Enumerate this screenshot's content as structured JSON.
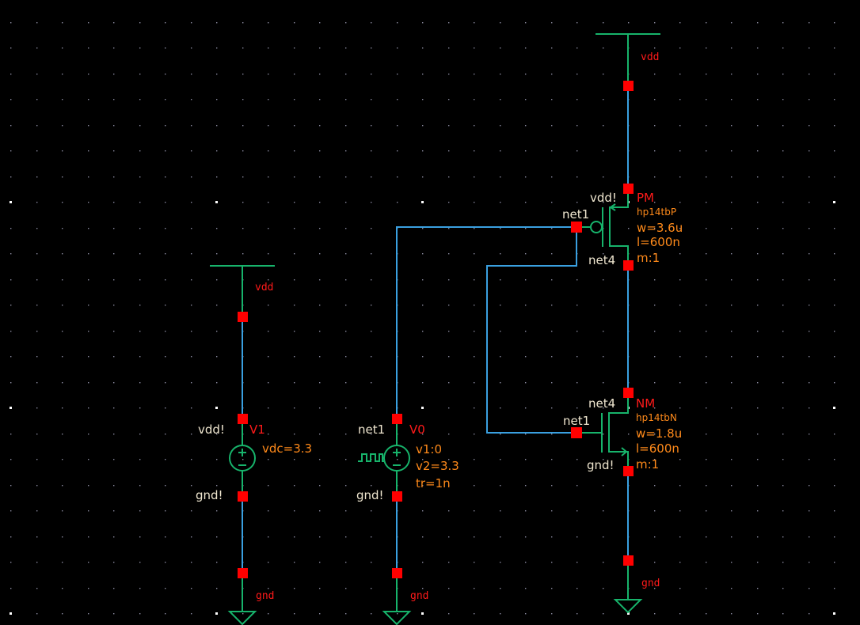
{
  "schematic": {
    "background_color": "#000000",
    "colors": {
      "wire": "#3aa0e0",
      "symbol": "#17b36b",
      "pin": "#ff0000",
      "instance_name": "#ff1a1a",
      "parameter": "#ff8a1a",
      "pin_label": "#efe6cf"
    },
    "supplies": {
      "vdd_top": {
        "label": "vdd"
      },
      "vdd_left": {
        "label": "vdd"
      },
      "gnd_v1": {
        "label": "gnd"
      },
      "gnd_v0": {
        "label": "gnd"
      },
      "gnd_nm": {
        "label": "gnd"
      }
    },
    "instances": {
      "PM": {
        "name": "PM",
        "model": "hp14tbP",
        "w": "w=3.6u",
        "l": "l=600n",
        "m": "m:1",
        "pin_bulk": "vdd!",
        "pin_gate": "net1",
        "pin_drain": "net4"
      },
      "NM": {
        "name": "NM",
        "model": "hp14tbN",
        "w": "w=1.8u",
        "l": "l=600n",
        "m": "m:1",
        "pin_drain": "net4",
        "pin_gate": "net1",
        "pin_bulk": "gnd!"
      },
      "V1": {
        "name": "V1",
        "vdc": "vdc=3.3",
        "pin_plus": "vdd!",
        "pin_minus": "gnd!"
      },
      "V0": {
        "name": "V0",
        "v1": "v1:0",
        "v2": "v2=3.3",
        "tr": "tr=1n",
        "pin_plus": "net1",
        "pin_minus": "gnd!"
      }
    }
  }
}
